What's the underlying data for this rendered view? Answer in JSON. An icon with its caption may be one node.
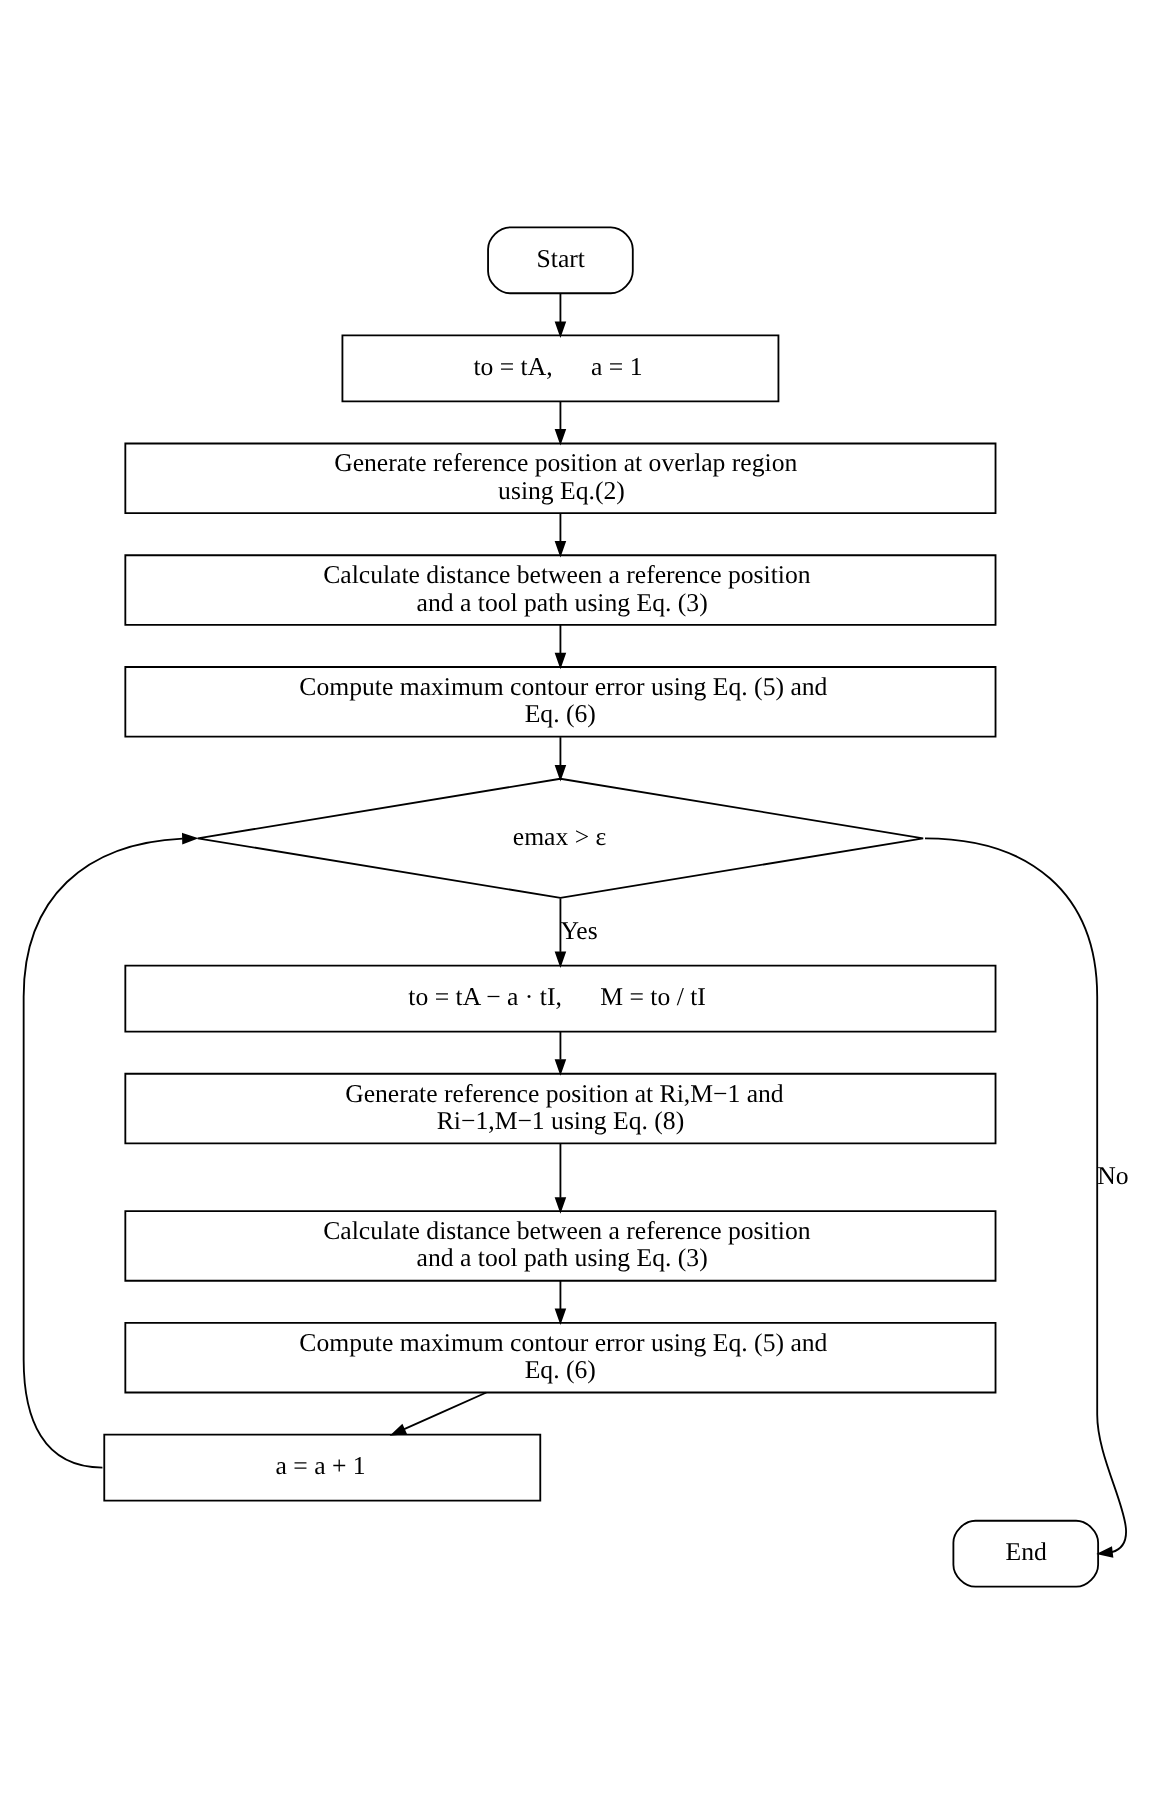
{
  "diagram": {
    "nodes": [
      {
        "text": [
          "Start"
        ]
      },
      {
        "text": [
          "to = tA,      a = 1"
        ]
      },
      {
        "text": [
          "Generate reference position at overlap region using Eq.(2)"
        ]
      },
      {
        "text": [
          "Calculate distance between a reference position and a tool path using Eq. (3)"
        ]
      },
      {
        "text": [
          "Compute maximum contour error using Eq. (5) and Eq. (6)"
        ]
      },
      {
        "text": [
          "emax > ε"
        ]
      },
      {
        "text": [
          "to = tA − a · tI,      M = to / tI"
        ]
      },
      {
        "text": [
          "Generate reference position at Ri,M−1 and Ri−1,M−1 using Eq. (8)"
        ]
      },
      {
        "text": [
          "Calculate distance between a reference position and a tool path using Eq. (3)"
        ]
      },
      {
        "text": [
          "Compute maximum contour error using Eq. (5) and Eq. (6)"
        ]
      },
      {
        "text": [
          "a = a + 1"
        ]
      },
      {
        "text": [
          "End"
        ]
      }
    ],
    "edges": [
      {
        "from": 0,
        "to": 1,
        "arrow": "to"
      },
      {
        "from": 1,
        "to": 2,
        "arrow": "to"
      },
      {
        "from": 2,
        "to": 3,
        "arrow": "to"
      },
      {
        "from": 3,
        "to": 4,
        "arrow": "to"
      },
      {
        "from": 4,
        "to": 5,
        "arrow": "to"
      },
      {
        "from": 5,
        "to": 6,
        "arrow": "to",
        "label": "Yes"
      },
      {
        "from": 6,
        "to": 7,
        "arrow": "to"
      },
      {
        "from": 7,
        "to": 8,
        "arrow": "to"
      },
      {
        "from": 8,
        "to": 9,
        "arrow": "to"
      },
      {
        "from": 9,
        "to": 10,
        "arrow": "to"
      },
      {
        "from": 10,
        "to": 5,
        "arrow": "to"
      },
      {
        "from": 5,
        "to": 11,
        "arrow": "to",
        "label": "No"
      }
    ]
  }
}
